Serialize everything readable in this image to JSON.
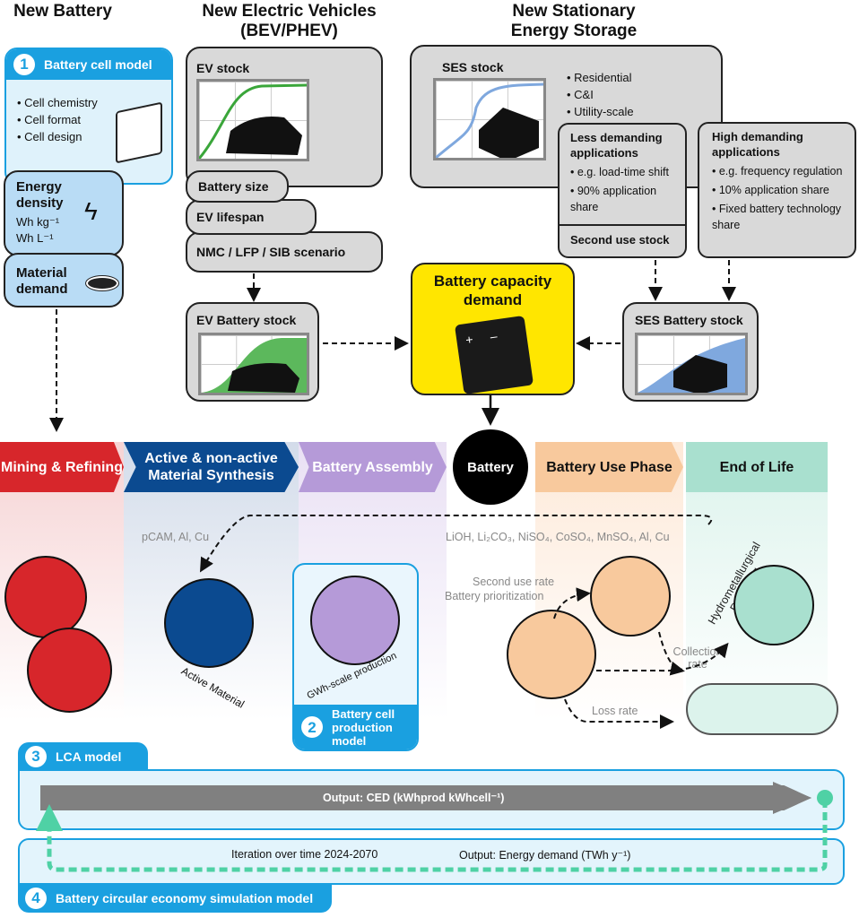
{
  "headers": {
    "battery": "New Battery",
    "ev": "New Electric Vehicles (BEV/PHEV)",
    "ses": "New Stationary Energy Storage"
  },
  "cell_model": {
    "number": "1",
    "title": "Battery cell model",
    "bullets": [
      "• Cell chemistry",
      "• Cell format",
      "• Cell design"
    ]
  },
  "energy_density": {
    "title": "Energy density",
    "unit1": "Wh kg⁻¹",
    "unit2": "Wh L⁻¹"
  },
  "material_demand": {
    "title": "Material demand"
  },
  "ev": {
    "stock": "EV stock",
    "battery_size": "Battery size",
    "lifespan": "EV lifespan",
    "scenario": "NMC / LFP / SIB scenario",
    "battery_stock": "EV Battery stock"
  },
  "ses": {
    "stock": "SES stock",
    "bullets": [
      "• Residential",
      "• C&I",
      "• Utility-scale"
    ],
    "battery_stock": "SES Battery stock",
    "less": {
      "title": "Less demanding applications",
      "bullets": [
        "• e.g. load-time shift",
        "• 90% application share"
      ],
      "footer": "Second use stock"
    },
    "high": {
      "title": "High demanding applications",
      "bullets": [
        "• e.g. frequency regulation",
        "• 10% application share",
        "• Fixed battery technology share"
      ]
    }
  },
  "capacity_demand": "Battery capacity demand",
  "battery_node": "Battery",
  "stages": [
    {
      "label": "Mining & Refining",
      "color": "#d7262b",
      "bg": "#f6d3d4"
    },
    {
      "label": "Active & non-active Material Synthesis",
      "color": "#0b4a90",
      "bg": "#d3dcea"
    },
    {
      "label": "Battery Assembly",
      "color": "#b59ad8",
      "bg": "#e9e0f4"
    },
    {
      "label": "Battery Use Phase",
      "color": "#f8c99d",
      "bg": "#fde9d8"
    },
    {
      "label": "End of Life",
      "color": "#a9e0cf",
      "bg": "#dcf3ec"
    }
  ],
  "flows": {
    "precursors": "pCAM, Al, Cu",
    "recycled": "LiOH, Li₂CO₃, NiSO₄, CoSO₄, MnSO₄, Al, Cu",
    "second_use": "Second use rate",
    "prioritization": "Battery prioritization",
    "collection": "Collection rate",
    "loss": "Loss rate",
    "recycling": "Hydrometallurgical Recycling",
    "active_material": "Active Material",
    "gwh": "GWh-scale production"
  },
  "production_model": {
    "number": "2",
    "title": "Battery cell production model"
  },
  "lca": {
    "number": "3",
    "title": "LCA model",
    "output": "Output: CED (kWhprod kWhcell⁻¹)"
  },
  "sim": {
    "number": "4",
    "title": "Battery circular economy simulation model",
    "iteration": "Iteration over time 2024-2070",
    "output": "Output: Energy demand (TWh y⁻¹)"
  },
  "colors": {
    "blue": "#1aa0e0",
    "yellow": "#ffe600",
    "green": "#3aa63a",
    "ses_blue": "#7fa8de",
    "teal": "#4fd1a5"
  }
}
